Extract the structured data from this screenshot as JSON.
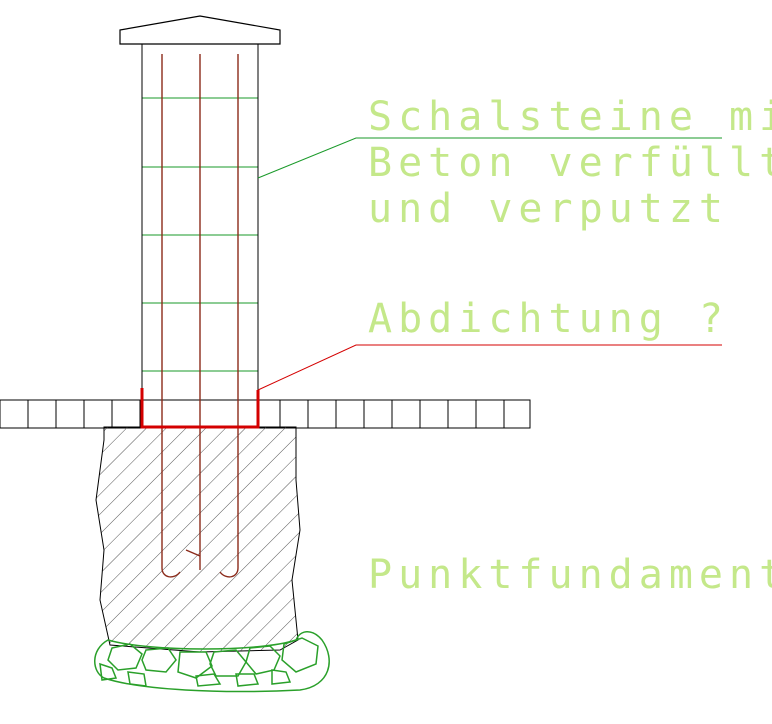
{
  "labels": {
    "masonry_line1": "Schalsteine mit",
    "masonry_line2": "Beton verfüllt",
    "masonry_line3": "und verputzt",
    "sealing": "Abdichtung ?",
    "foundation": "Punktfundament"
  },
  "colors": {
    "outline": "#000000",
    "grid": "#1a9a2a",
    "rebar": "#8b2a1a",
    "sealing": "#d40000",
    "leader_masonry": "#1a9a2a",
    "leader_sealing": "#d40000",
    "label_text": "#c4e88a",
    "gravel": "#2aa02a",
    "hatch": "#555555"
  }
}
